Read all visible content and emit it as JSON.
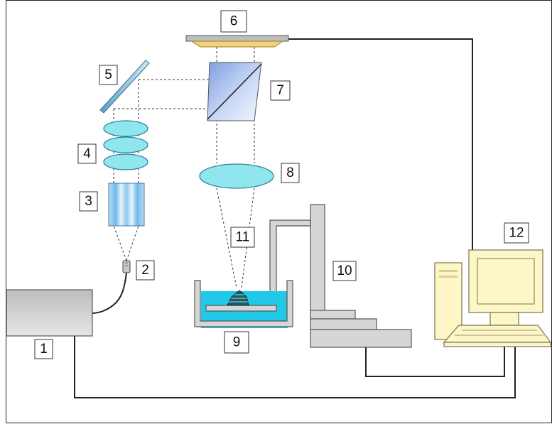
{
  "diagram": {
    "labels": [
      {
        "id": "1",
        "text": "1"
      },
      {
        "id": "2",
        "text": "2"
      },
      {
        "id": "3",
        "text": "3"
      },
      {
        "id": "4",
        "text": "4"
      },
      {
        "id": "5",
        "text": "5"
      },
      {
        "id": "6",
        "text": "6"
      },
      {
        "id": "7",
        "text": "7"
      },
      {
        "id": "8",
        "text": "8"
      },
      {
        "id": "9",
        "text": "9"
      },
      {
        "id": "10",
        "text": "10"
      },
      {
        "id": "11",
        "text": "11"
      },
      {
        "id": "12",
        "text": "12"
      }
    ],
    "colors": {
      "lens": "#8fe6ee",
      "liquid": "#22c8e8",
      "cube": "#9fb8e8",
      "grey_parts": "#d6d6d6",
      "computer": "#fdf6c6",
      "mask": "#f2d27a",
      "wires": "#222222"
    }
  }
}
